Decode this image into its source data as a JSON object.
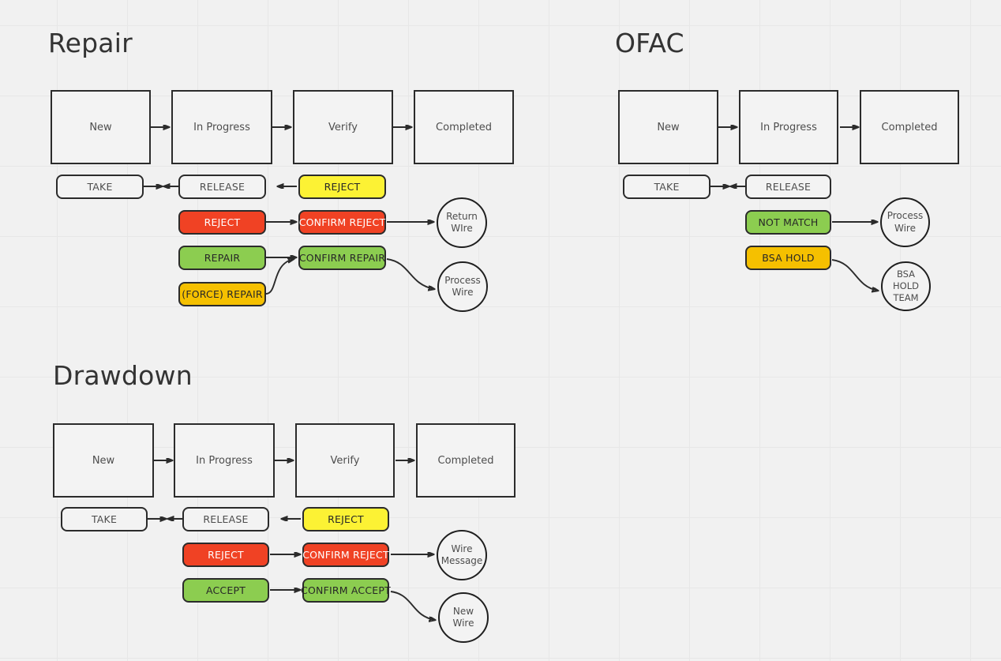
{
  "diagram": {
    "title_repair": "Repair",
    "title_ofac": "OFAC",
    "title_drawdown": "Drawdown",
    "colors": {
      "background": "#f1f1f1",
      "grid_line": "#e7e7e7",
      "stroke": "#2b2b2b",
      "yellow": "#fcf234",
      "red": "#f04224",
      "green": "#8ccd50",
      "gold": "#f5c000",
      "plain": "#f3f3f3"
    }
  },
  "repair": {
    "title": "Repair",
    "states": [
      {
        "label": "New"
      },
      {
        "label": "In Progress"
      },
      {
        "label": "Verify"
      },
      {
        "label": "Completed"
      }
    ],
    "actions": {
      "take": "TAKE",
      "release": "RELEASE",
      "reject_yellow": "REJECT",
      "reject_red": "REJECT",
      "confirm_reject": "CONFIRM REJECT",
      "repair_green": "REPAIR",
      "force_repair": "(FORCE) REPAIR",
      "confirm_repair": "CONFIRM REPAIR"
    },
    "outcomes": [
      {
        "line1": "Return",
        "line2": "WIre"
      },
      {
        "line1": "Process",
        "line2": "Wire"
      }
    ]
  },
  "ofac": {
    "title": "OFAC",
    "states": [
      {
        "label": "New"
      },
      {
        "label": "In Progress"
      },
      {
        "label": "Completed"
      }
    ],
    "actions": {
      "take": "TAKE",
      "release": "RELEASE",
      "not_match": "NOT MATCH",
      "bsa_hold": "BSA HOLD"
    },
    "outcomes": [
      {
        "line1": "Process",
        "line2": "Wire",
        "line3": ""
      },
      {
        "line1": "BSA",
        "line2": "HOLD",
        "line3": "TEAM"
      }
    ]
  },
  "drawdown": {
    "title": "Drawdown",
    "states": [
      {
        "label": "New"
      },
      {
        "label": "In Progress"
      },
      {
        "label": "Verify"
      },
      {
        "label": "Completed"
      }
    ],
    "actions": {
      "take": "TAKE",
      "release": "RELEASE",
      "reject_yellow": "REJECT",
      "reject_red": "REJECT",
      "confirm_reject": "CONFIRM REJECT",
      "accept_green": "ACCEPT",
      "confirm_accept": "CONFIRM ACCEPT"
    },
    "outcomes": [
      {
        "line1": "Wire",
        "line2": "Message"
      },
      {
        "line1": "New",
        "line2": "Wire"
      }
    ]
  }
}
